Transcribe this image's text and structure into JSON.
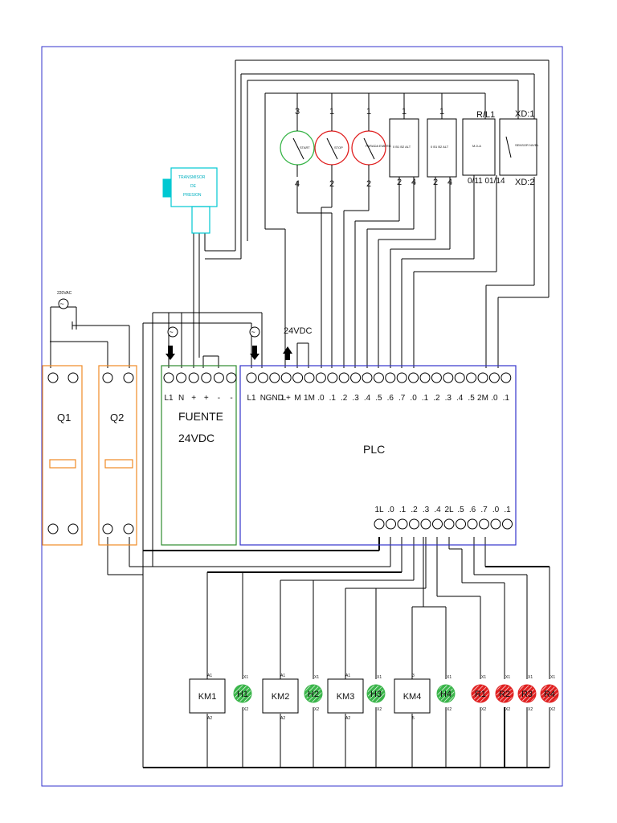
{
  "breakers": [
    {
      "label": "Q1"
    },
    {
      "label": "Q2"
    }
  ],
  "power_source": {
    "label": "220VAC"
  },
  "supply": {
    "title_line1": "FUENTE",
    "title_line2": "24VDC",
    "terminals": [
      "L1",
      "N",
      "+",
      "+",
      "-",
      "-"
    ]
  },
  "plc": {
    "title": "PLC",
    "voltage_label": "24VDC",
    "input_terminals": [
      "L1",
      "N",
      "GND",
      "L+",
      "M",
      "1M",
      ".0",
      ".1",
      ".2",
      ".3",
      ".4",
      ".5",
      ".6",
      ".7",
      ".0",
      ".1",
      ".2",
      ".3",
      ".4",
      ".5",
      "2M",
      ".0",
      ".1"
    ],
    "output_terminals": [
      "1L",
      ".0",
      ".1",
      ".2",
      ".3",
      ".4",
      "2L",
      ".5",
      ".6",
      ".7",
      ".0",
      ".1"
    ]
  },
  "field_devices": [
    {
      "top": "3",
      "bottom": "4",
      "text": "START",
      "color": "#3ab54a"
    },
    {
      "top": "1",
      "bottom": "2",
      "text": "STOP",
      "color": "#e02020"
    },
    {
      "top": "1",
      "bottom": "2",
      "text": "PARADA EMERG",
      "color": "#e02020"
    },
    {
      "top": "1",
      "bottoms": [
        "2",
        "4"
      ],
      "text": "0 B1 B2 ALT"
    },
    {
      "top": "1",
      "bottoms": [
        "2",
        "4"
      ],
      "text": "0 B1 B2 ALT"
    },
    {
      "top": "R/L1",
      "bottom": "0/11 01/14",
      "text": "M-0-A"
    },
    {
      "top": "XD:1",
      "bottom": "XD:2",
      "text": "SENSOR NIVEL"
    }
  ],
  "transmitter": {
    "line1": "TRANSMISOR",
    "line2": "DE",
    "line3": "PRESION",
    "color": "#00c8d2"
  },
  "loads": [
    {
      "label": "KM1",
      "kind": "coil",
      "t1": "A1",
      "t2": "A2"
    },
    {
      "label": "H1",
      "kind": "lamp",
      "color": "#3ab54a",
      "t1": "X1",
      "t2": "X2"
    },
    {
      "label": "KM2",
      "kind": "coil",
      "t1": "A1",
      "t2": "A2"
    },
    {
      "label": "H2",
      "kind": "lamp",
      "color": "#3ab54a",
      "t1": "X1",
      "t2": "X2"
    },
    {
      "label": "KM3",
      "kind": "coil",
      "t1": "A1",
      "t2": "A2"
    },
    {
      "label": "H3",
      "kind": "lamp",
      "color": "#3ab54a",
      "t1": "X1",
      "t2": "X2"
    },
    {
      "label": "KM4",
      "kind": "coil",
      "t1": "3",
      "t2": "5"
    },
    {
      "label": "H4",
      "kind": "lamp",
      "color": "#3ab54a",
      "t1": "X1",
      "t2": "X2"
    },
    {
      "label": "R1",
      "kind": "lamp",
      "color": "#e02020",
      "t1": "X1",
      "t2": "X2"
    },
    {
      "label": "R2",
      "kind": "lamp",
      "color": "#e02020",
      "t1": "X1",
      "t2": "X2"
    },
    {
      "label": "R3",
      "kind": "lamp",
      "color": "#e02020",
      "t1": "X1",
      "t2": "X2"
    },
    {
      "label": "R4",
      "kind": "lamp",
      "color": "#e02020",
      "t1": "X1",
      "t2": "X2"
    }
  ],
  "colors": {
    "frame": "#3333cc",
    "breaker": "#f08a24",
    "supply": "#2e8b2e",
    "plc": "#3333cc"
  }
}
